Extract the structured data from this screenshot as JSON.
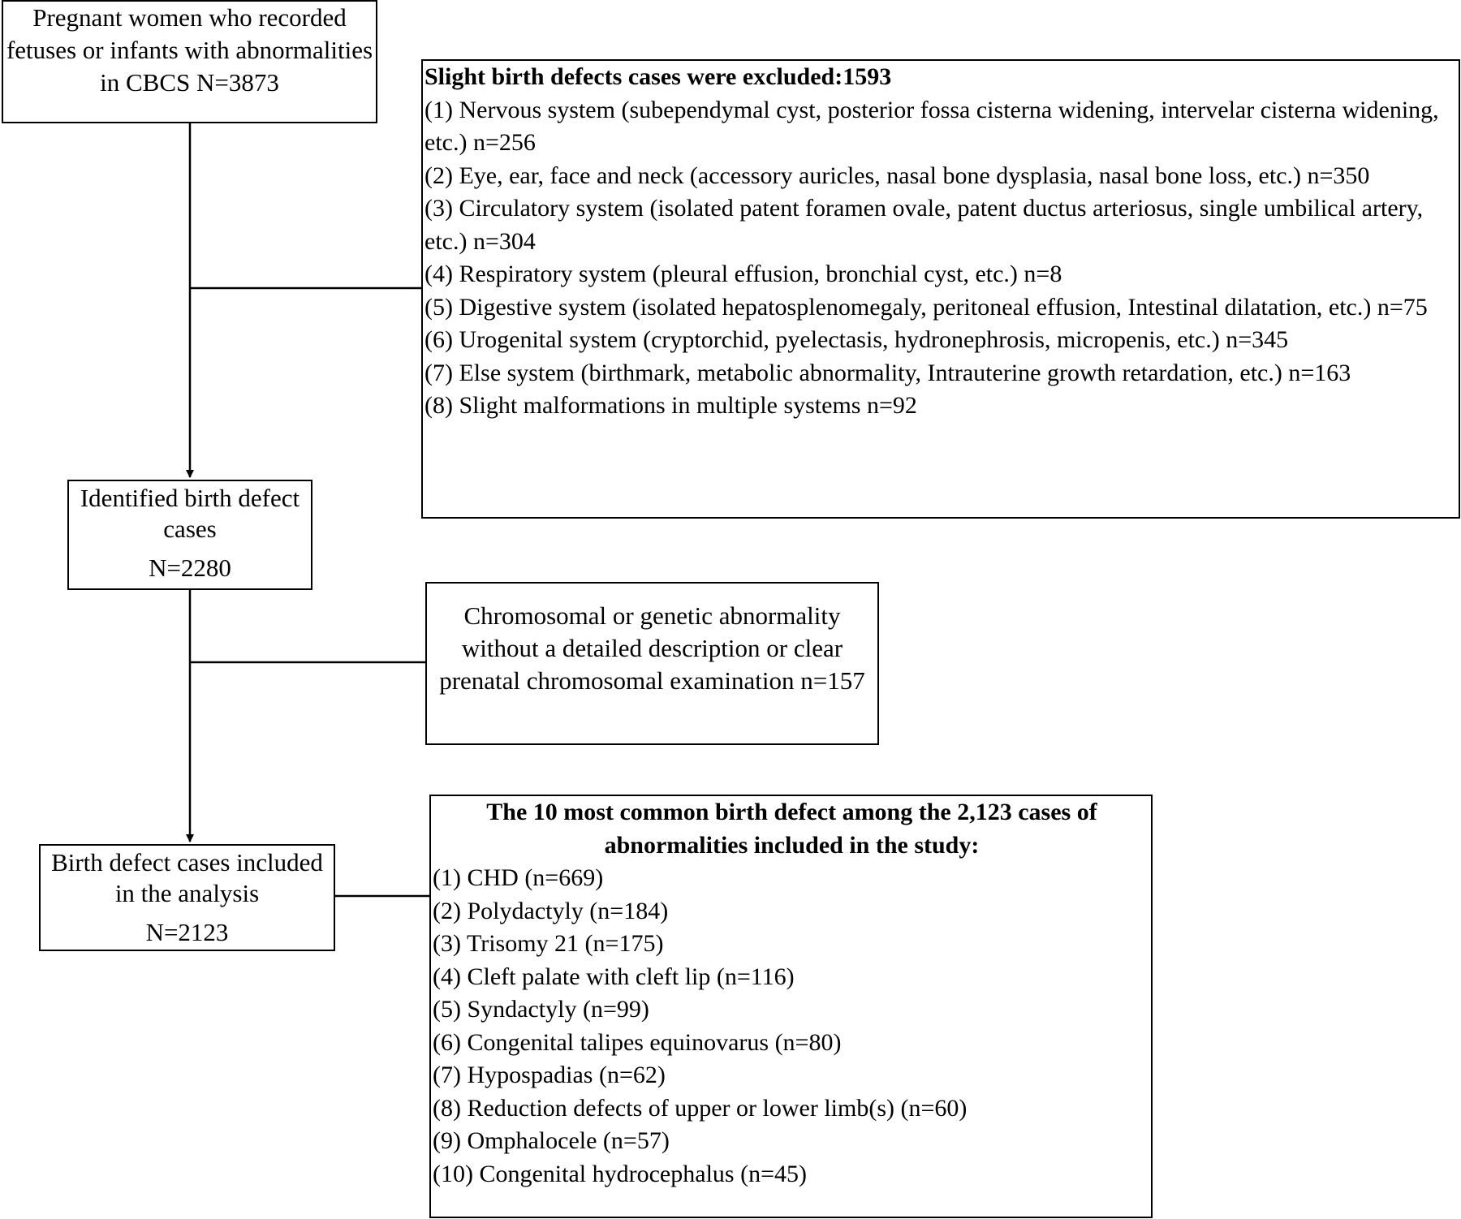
{
  "flowchart": {
    "initial_box": {
      "lines": [
        "Pregnant women who recorded",
        "fetuses or infants with",
        "abnormalities in CBCS",
        "N=3873"
      ]
    },
    "identified_box": {
      "lines": [
        "Identified birth",
        "defect cases",
        "N=2280"
      ]
    },
    "included_box": {
      "lines": [
        "Birth defect cases",
        "included in the analysis",
        "N=2123"
      ]
    },
    "excluded_box": {
      "heading": "Slight birth defects cases were excluded:1593",
      "items": [
        "(1) Nervous system (subependymal cyst, posterior fossa cisterna widening, intervelar cisterna widening, etc.) n=256",
        "(2) Eye, ear, face and neck (accessory auricles, nasal bone dysplasia, nasal bone loss, etc.) n=350",
        "(3) Circulatory system (isolated patent foramen ovale, patent ductus arteriosus, single umbilical artery, etc.) n=304",
        "(4) Respiratory system (pleural effusion, bronchial cyst, etc.) n=8",
        "(5) Digestive system (isolated hepatosplenomegaly, peritoneal effusion, Intestinal dilatation, etc.) n=75",
        "(6) Urogenital system (cryptorchid, pyelectasis, hydronephrosis, micropenis, etc.) n=345",
        "(7) Else system (birthmark, metabolic abnormality, Intrauterine growth retardation, etc.) n=163",
        "(8) Slight malformations in multiple systems n=92"
      ]
    },
    "chromosomal_box": {
      "lines": [
        "Chromosomal or genetic abnormality",
        "without a detailed description or clear",
        "prenatal chromosomal examination",
        "n=157"
      ]
    },
    "top10_box": {
      "heading": "The 10 most common birth defect among the 2,123 cases of abnormalities included in the study:",
      "items": [
        "(1) CHD (n=669)",
        "(2) Polydactyly (n=184)",
        "(3) Trisomy 21 (n=175)",
        "(4) Cleft palate with cleft lip (n=116)",
        "(5) Syndactyly (n=99)",
        "(6) Congenital talipes equinovarus (n=80)",
        "(7) Hypospadias (n=62)",
        "(8) Reduction defects of upper or lower limb(s) (n=60)",
        "(9) Omphalocele (n=57)",
        "(10) Congenital hydrocephalus (n=45)"
      ]
    }
  }
}
